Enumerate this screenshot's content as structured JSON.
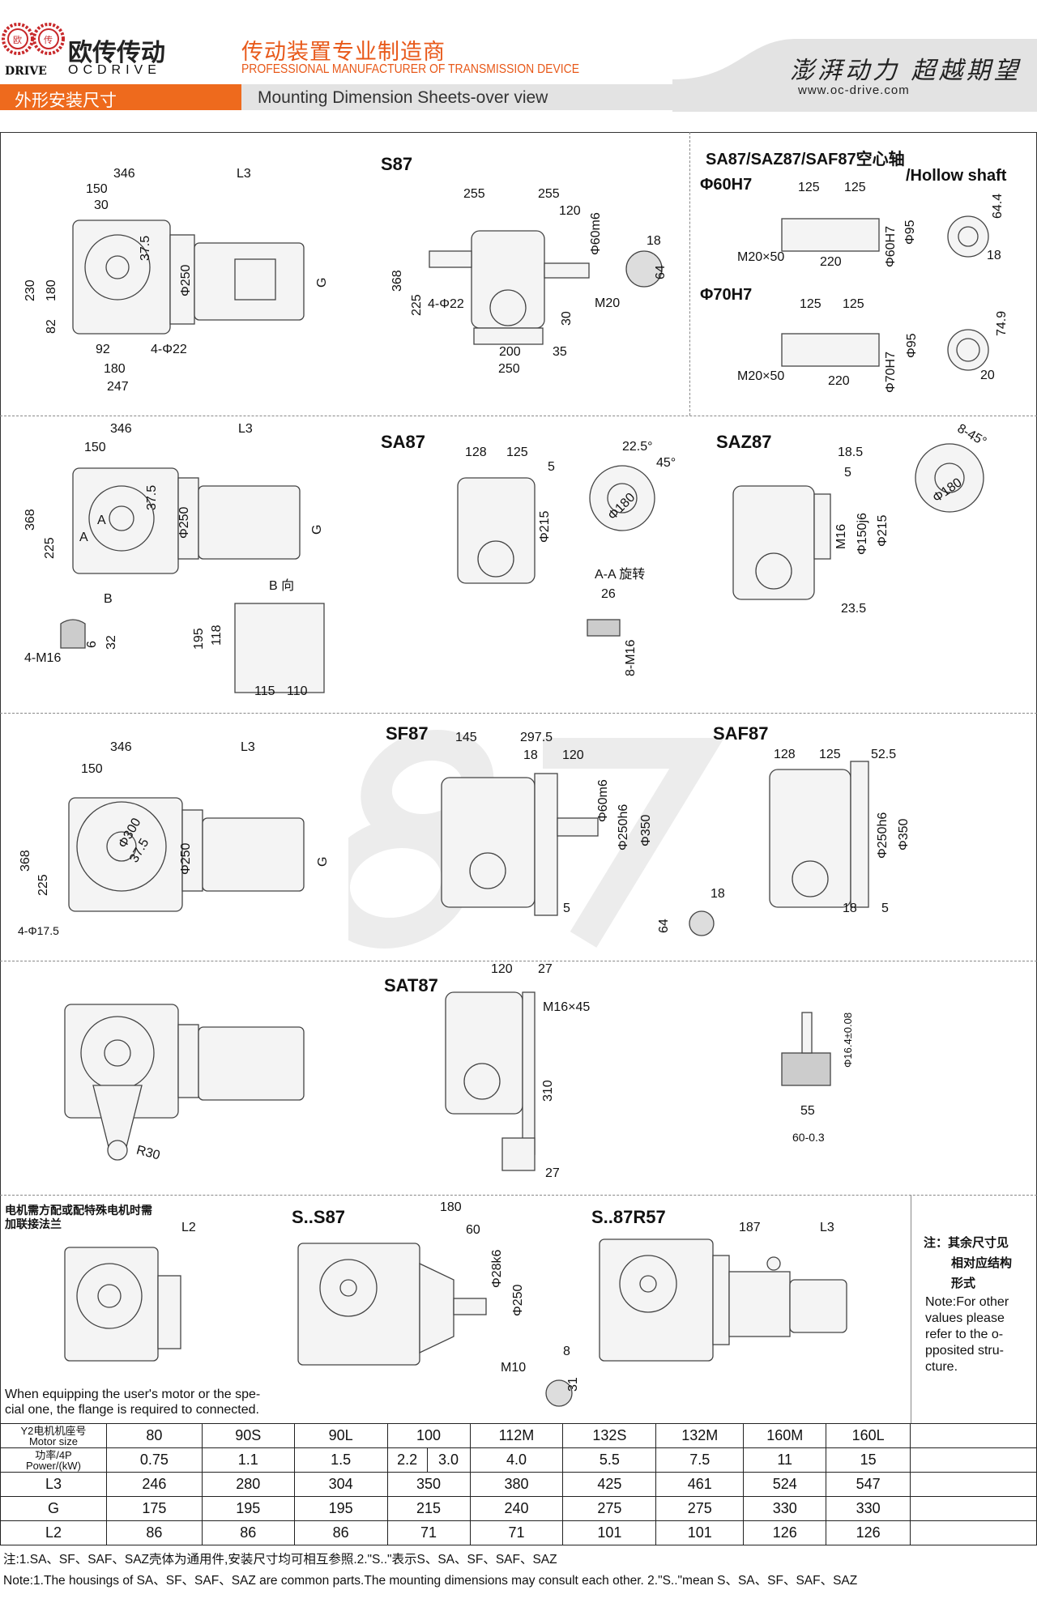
{
  "header": {
    "logo_cn": "欧传传动",
    "logo_en_left": "DRIVE",
    "logo_en_right": "OCDRIVE",
    "logo_badge_chars": [
      "欧",
      "传"
    ],
    "title_cn": "传动装置专业制造商",
    "title_en": "PROFESSIONAL MANUFACTURER OF TRANSMISSION DEVICE",
    "section_cn": "外形安装尺寸",
    "section_en": "Mounting Dimension Sheets-over view",
    "slogan": "澎湃动力 超越期望",
    "url": "www.oc-drive.com"
  },
  "colors": {
    "accent": "#ee6a1d",
    "bar": "#e3e3e3"
  },
  "watermark": "87",
  "s87": {
    "title": "S87",
    "left": [
      "346",
      "L3",
      "150",
      "30",
      "37.5",
      "Φ250",
      "G",
      "230",
      "180",
      "82",
      "92",
      "4-Φ22",
      "180",
      "247"
    ],
    "mid": [
      "255",
      "255",
      "120",
      "Φ60m6",
      "18",
      "64",
      "M20",
      "368",
      "225",
      "4-Φ22",
      "30",
      "200",
      "35",
      "250"
    ]
  },
  "hollow": {
    "title": "SA87/SAZ87/SAF87空心轴",
    "subtitle": "/Hollow shaft",
    "a": [
      "Φ60H7",
      "125",
      "125",
      "64.4",
      "Φ95",
      "Φ60H7",
      "M20×50",
      "220",
      "18"
    ],
    "b": [
      "Φ70H7",
      "125",
      "125",
      "74.9",
      "Φ95",
      "Φ70H7",
      "M20×50",
      "220",
      "20"
    ]
  },
  "sa87": {
    "title": "SA87",
    "left": [
      "346",
      "L3",
      "150",
      "37.5",
      "Φ250",
      "G",
      "368",
      "225",
      "A",
      "A",
      "B",
      "B 向",
      "195",
      "118",
      "115",
      "110",
      "4-M16",
      "6",
      "32"
    ],
    "mid": [
      "128",
      "125",
      "5",
      "Φ215",
      "22.5°",
      "45°",
      "Φ180",
      "A-A 旋转",
      "26",
      "8-M16"
    ]
  },
  "saz87": {
    "title": "SAZ87",
    "dims": [
      "18.5",
      "5",
      "M16",
      "Φ150j6",
      "Φ215",
      "23.5",
      "8-45°",
      "Φ180"
    ]
  },
  "sf87": {
    "title": "SF87",
    "left": [
      "346",
      "L3",
      "150",
      "Φ300",
      "37.5",
      "Φ250",
      "G",
      "368",
      "225",
      "4-Φ17.5"
    ],
    "mid": [
      "145",
      "297.5",
      "18",
      "120",
      "Φ60m6",
      "Φ250h6",
      "Φ350",
      "5",
      "18",
      "64"
    ]
  },
  "saf87": {
    "title": "SAF87",
    "dims": [
      "128",
      "125",
      "52.5",
      "Φ250h6",
      "Φ350",
      "18",
      "5"
    ]
  },
  "sat87": {
    "title": "SAT87",
    "dims": [
      "R30",
      "120",
      "27",
      "M16×45",
      "310",
      "27",
      "Φ16.4±0.08",
      "55",
      "60-0.3"
    ]
  },
  "bottom": {
    "motor_note_cn1": "电机需方配或配特殊电机时需",
    "motor_note_cn2": "加联接法兰",
    "l2": "L2",
    "ss87_title": "S..S87",
    "ss87": [
      "180",
      "60",
      "Φ28k6",
      "Φ250",
      "8",
      "M10",
      "31"
    ],
    "r57_title": "S..87R57",
    "r57": [
      "187",
      "L3"
    ],
    "motor_note_en1": "When equipping the user's motor or the spe-",
    "motor_note_en2": "cial one, the flange is required to connected.",
    "side_cn": [
      "注：其余尺寸见",
      "相对应结构",
      "形式"
    ],
    "side_en": [
      "Note:For other",
      "values please",
      "refer to the o-",
      "pposited stru-",
      "cture."
    ]
  },
  "table": {
    "row_headers": {
      "motor": [
        "Y2电机机座号",
        "Motor size"
      ],
      "power": [
        "功率/4P",
        "Power/(kW)"
      ],
      "l3": "L3",
      "g": "G",
      "l2": "L2"
    },
    "motor": [
      "80",
      "90S",
      "90L",
      "100",
      "112M",
      "132S",
      "132M",
      "160M",
      "160L"
    ],
    "power": [
      "0.75",
      "1.1",
      "1.5",
      "2.2",
      "3.0",
      "4.0",
      "5.5",
      "7.5",
      "11",
      "15"
    ],
    "l3": [
      "246",
      "280",
      "304",
      "350",
      "380",
      "425",
      "461",
      "524",
      "547"
    ],
    "g": [
      "175",
      "195",
      "195",
      "215",
      "240",
      "275",
      "275",
      "330",
      "330"
    ],
    "l2": [
      "86",
      "86",
      "86",
      "71",
      "71",
      "101",
      "101",
      "126",
      "126"
    ]
  },
  "notes": {
    "cn": "注:1.SA、SF、SAF、SAZ壳体为通用件,安装尺寸均可相互参照.2.\"S..\"表示S、SA、SF、SAF、SAZ",
    "en": "Note:1.The housings of SA、SF、SAF、SAZ are common parts.The mounting dimensions may consult each other. 2.\"S..\"mean S、SA、SF、SAF、SAZ"
  }
}
